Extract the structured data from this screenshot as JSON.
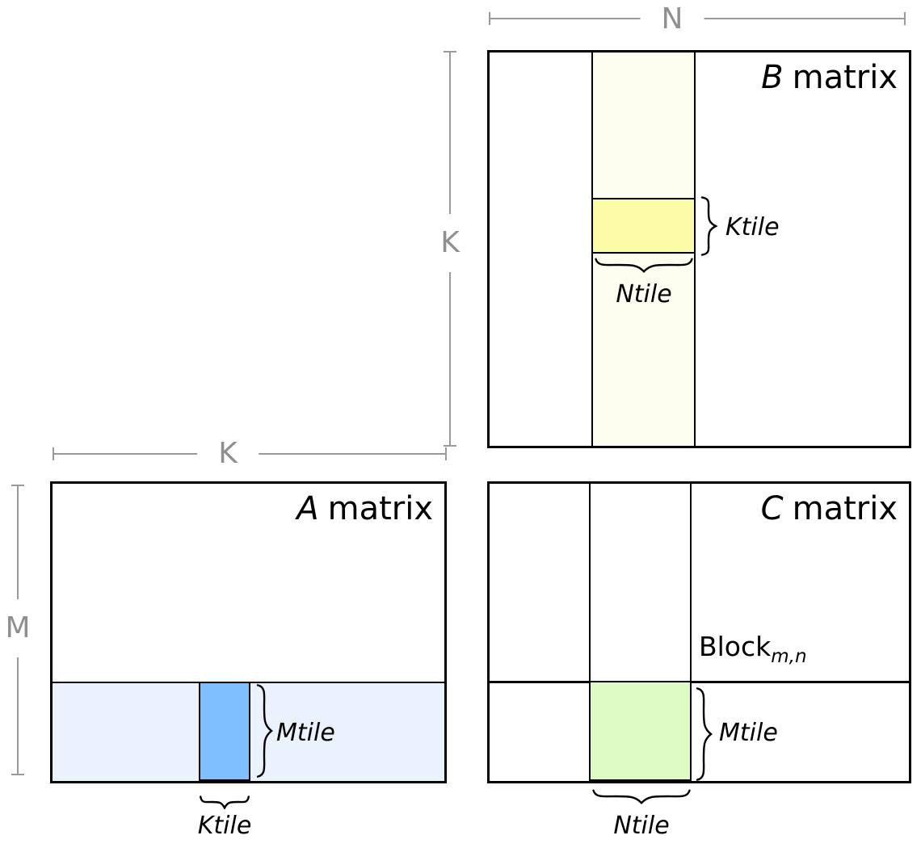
{
  "diagram": {
    "dim_labels": {
      "n": "N",
      "k_b": "K",
      "k_a": "K",
      "m": "M"
    },
    "b_matrix": {
      "title_letter": "B",
      "title_word": "matrix",
      "ktile_label": "Ktile",
      "ntile_label": "Ntile"
    },
    "a_matrix": {
      "title_letter": "A",
      "title_word": "matrix",
      "mtile_label": "Mtile",
      "ktile_label": "Ktile"
    },
    "c_matrix": {
      "title_letter": "C",
      "title_word": "matrix",
      "block_label": "Block",
      "block_subscript": "m,n",
      "mtile_label": "Mtile",
      "ntile_label": "Ntile"
    },
    "colors": {
      "dimension_gray": "#9a9a9a",
      "b_column_fill": "#fefef0",
      "b_tile_fill": "#fcfca8",
      "a_row_fill": "#e9f2fd",
      "a_tile_fill": "#7fbfff",
      "c_tile_fill": "#ddfbc3",
      "line_black": "#000000"
    }
  }
}
